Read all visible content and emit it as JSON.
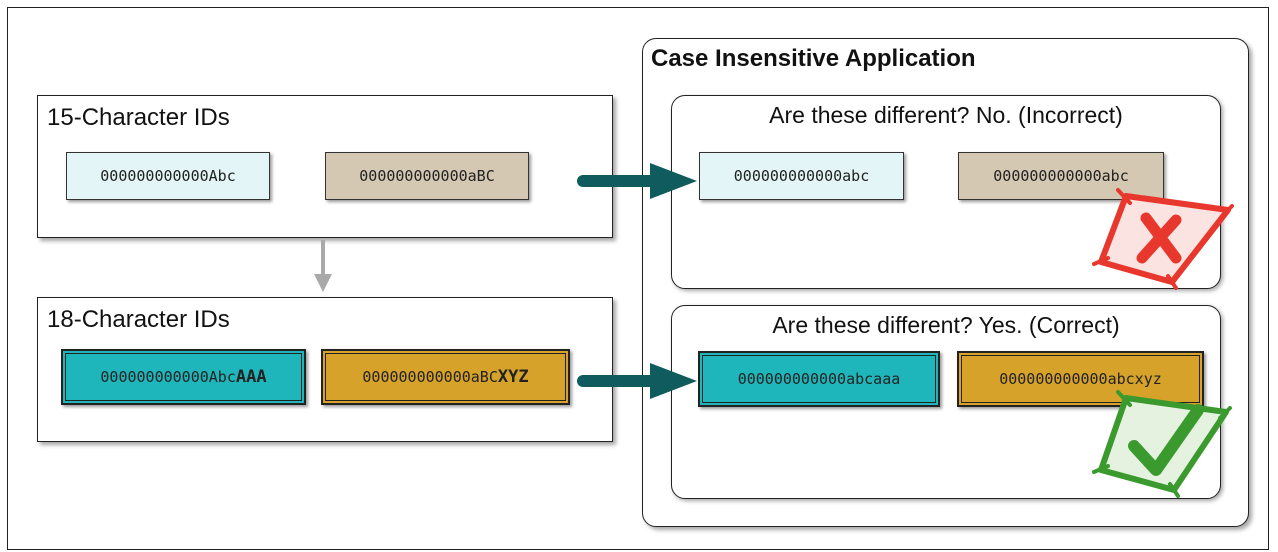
{
  "colors": {
    "light_cyan": "#e3f5f7",
    "tan": "#d4c8b2",
    "teal": "#1fb6bb",
    "gold": "#d6a22a",
    "arrow": "#0f5b5d",
    "gray_arrow": "#a9a9a9",
    "cross": "#e8372c",
    "check": "#3a9a2e"
  },
  "left_top": {
    "title": "15-Character IDs",
    "id1": "000000000000Abc",
    "id2": "000000000000aBC"
  },
  "left_bottom": {
    "title": "18-Character IDs",
    "id1_base": "000000000000Abc",
    "id1_suffix": "AAA",
    "id2_base": "000000000000aBC",
    "id2_suffix": "XYZ"
  },
  "right": {
    "title": "Case Insensitive Application",
    "top": {
      "title": "Are these different? No. (Incorrect)",
      "id1": "000000000000abc",
      "id2": "000000000000abc",
      "mark_icon": "cross-icon"
    },
    "bottom": {
      "title": "Are these different? Yes. (Correct)",
      "id1": "000000000000abcaaa",
      "id2": "000000000000abcxyz",
      "mark_icon": "check-icon"
    }
  }
}
